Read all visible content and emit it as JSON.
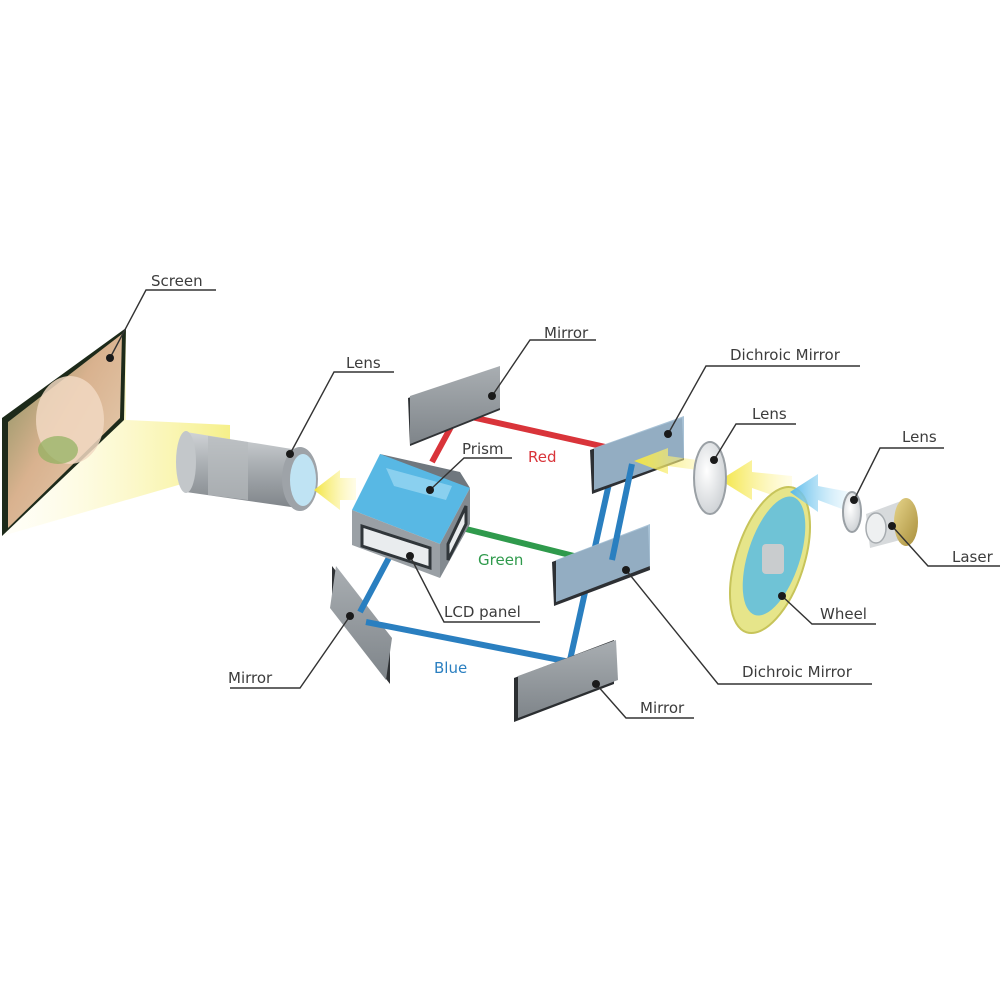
{
  "labels": {
    "screen": "Screen",
    "lens_projection": "Lens",
    "prism": "Prism",
    "mirror_top": "Mirror",
    "red": "Red",
    "green": "Green",
    "blue": "Blue",
    "lcd_panel": "LCD panel",
    "mirror_left": "Mirror",
    "mirror_bottom": "Mirror",
    "dichroic_top": "Dichroic Mirror",
    "dichroic_bottom": "Dichroic Mirror",
    "lens_mid": "Lens",
    "lens_small": "Lens",
    "laser": "Laser",
    "wheel": "Wheel"
  },
  "colors": {
    "red_beam": "#d9343a",
    "green_beam": "#2f9a4c",
    "blue_beam": "#2a7fc0",
    "light_yellow": "#f3ec6a",
    "laser_blue": "#6cc4ee",
    "mirror_gray": "#8a8f93",
    "prism_blue": "#58b8e4"
  }
}
